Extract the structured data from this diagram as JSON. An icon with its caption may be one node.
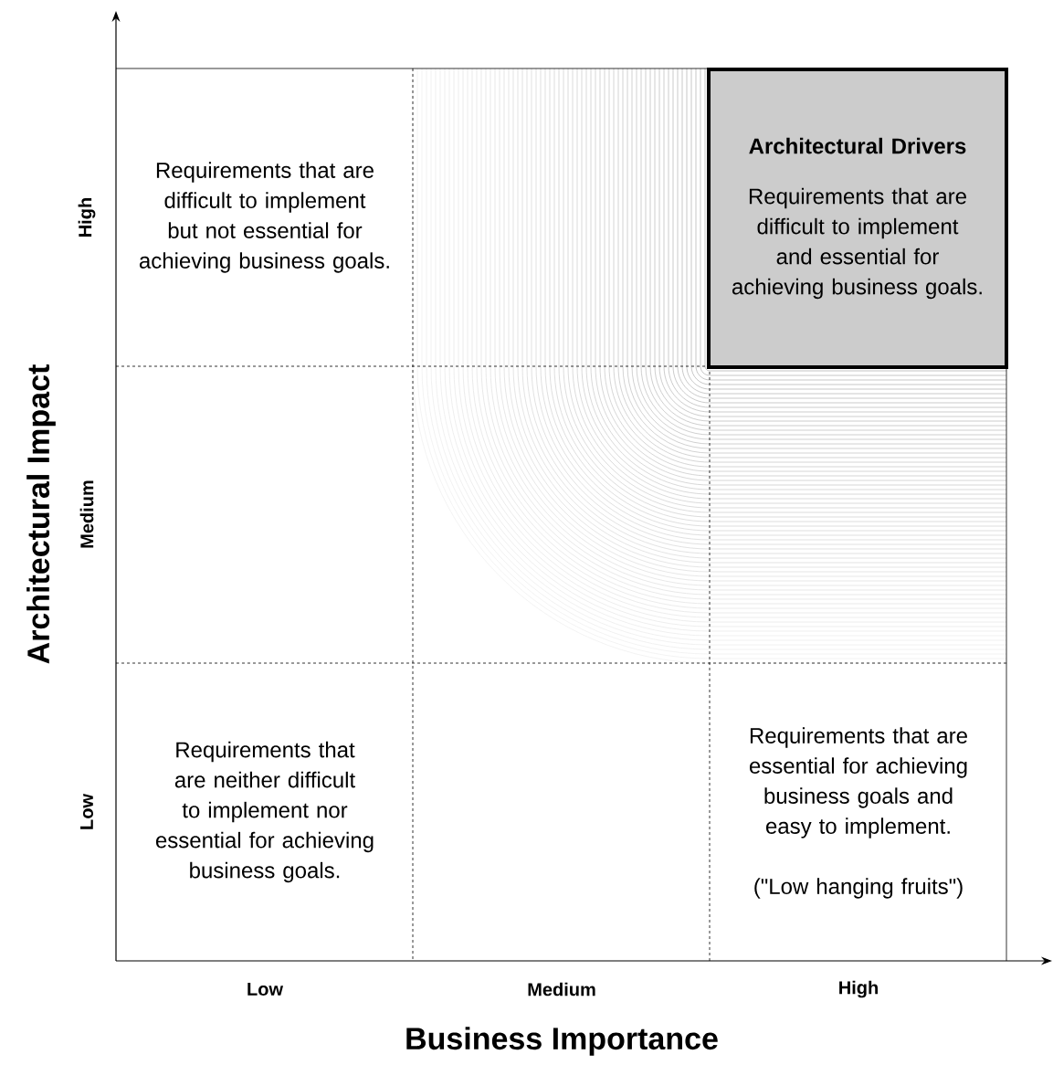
{
  "diagram": {
    "nodes": [
      {
        "text": [
          "Requirements that are difficult to implement but not essential for achieving business goals."
        ]
      },
      {
        "text": [
          "Architectural Drivers",
          "Requirements that are difficult to implement and essential for achieving business goals."
        ]
      },
      {
        "text": [
          "Requirements that are neither difficult to implement nor essential for achieving business goals."
        ]
      },
      {
        "text": [
          "Requirements that are essential for achieving business goals and easy to implement.",
          "(\"Low hanging fruits\")"
        ]
      }
    ],
    "edges": [],
    "labels": [
      "High",
      "Architectural Impact",
      "Medium",
      "Low",
      "Low",
      "Medium",
      "High",
      "Business Importance"
    ]
  }
}
